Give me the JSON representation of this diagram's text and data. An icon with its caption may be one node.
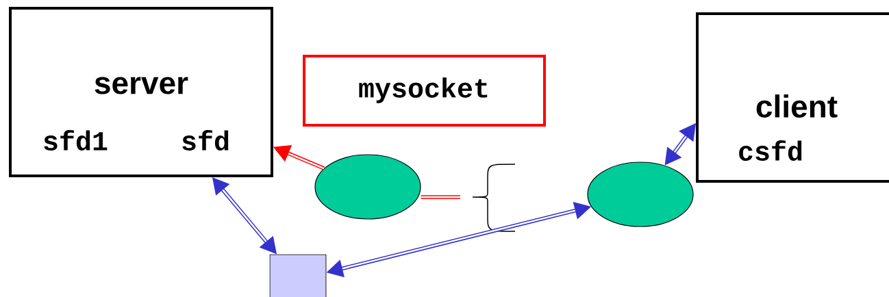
{
  "diagram": {
    "nodes": [
      {
        "text": [
          "server",
          "sfd1",
          "sfd"
        ]
      },
      {
        "text": [
          "mysocket"
        ]
      },
      {
        "text": [],
        "shape": "ellipse"
      },
      {
        "text": [],
        "shape": "ellipse"
      },
      {
        "text": [
          "client",
          "csfd"
        ]
      },
      {
        "text": [],
        "shape": "box"
      }
    ],
    "edges": [
      {
        "from": 2,
        "to": 0,
        "arrow": "to",
        "color": "#ff0000"
      },
      {
        "from": 2,
        "to": null,
        "arrow": "none",
        "color": "#ff0000"
      },
      {
        "from": 0,
        "to": 5,
        "arrow": "both",
        "color": "#3333cc"
      },
      {
        "from": 5,
        "to": 3,
        "arrow": "both",
        "color": "#3333cc"
      },
      {
        "from": 3,
        "to": 4,
        "arrow": "both",
        "color": "#3333cc"
      }
    ]
  }
}
